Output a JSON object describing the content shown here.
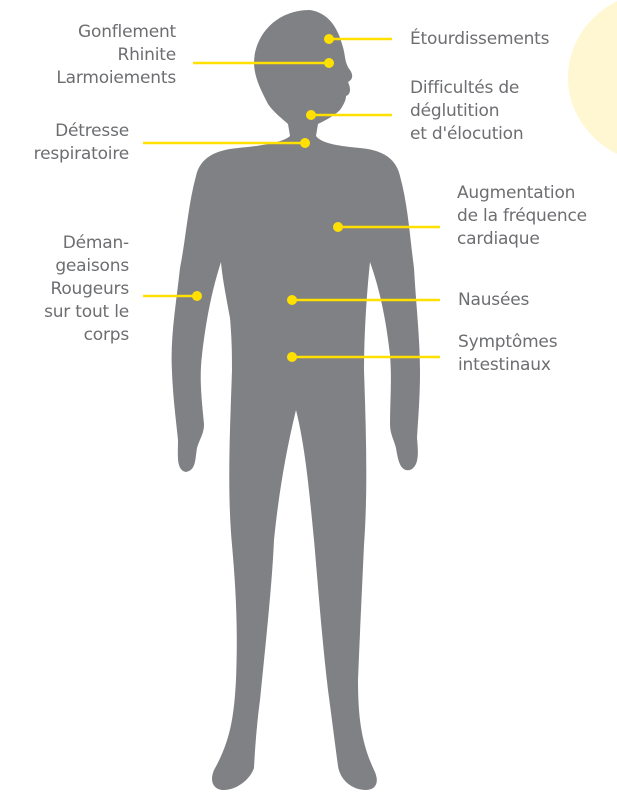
{
  "colors": {
    "silhouette": "#808184",
    "accent": "#FFE000",
    "text": "#6D6E71",
    "background_circle": "#FFF7D1"
  },
  "labels": {
    "swelling": [
      "Gonflement",
      "Rhinite",
      "Larmoiements"
    ],
    "respiratory": [
      "Détresse",
      "respiratoire"
    ],
    "itching": [
      "Déman-",
      "geaisons",
      "Rougeurs",
      "sur tout le",
      "corps"
    ],
    "dizziness": [
      "Étourdissements"
    ],
    "swallowing": [
      "Difficultés de",
      "déglutition",
      "et d'élocution"
    ],
    "heart_rate": [
      "Augmentation",
      "de la fréquence",
      "cardiaque"
    ],
    "nausea": [
      "Nausées"
    ],
    "intestinal": [
      "Symptômes",
      "intestinaux"
    ]
  }
}
